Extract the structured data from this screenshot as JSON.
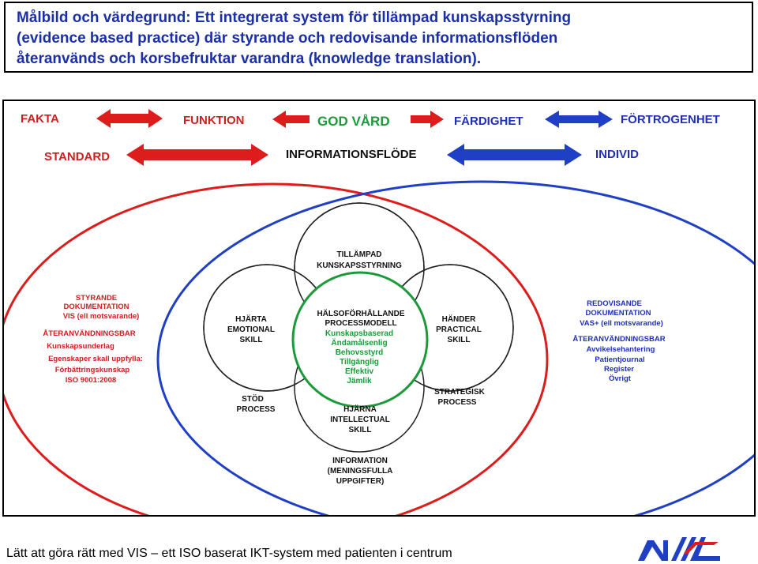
{
  "title": {
    "line1": "Målbild  och värdegrund: Ett integrerat system för tillämpad kunskapsstyrning",
    "line2": "(evidence based practice) där styrande och redovisande informationsflöden",
    "line3": "återanvänds och korsbefruktar varandra (knowledge translation)."
  },
  "arrow_labels": {
    "fakta": "FAKTA",
    "funktion": "FUNKTION",
    "god_vard": "GOD VÅRD",
    "fardighet": "FÄRDIGHET",
    "fortrogenhet": "FÖRTROGENHET",
    "standard": "STANDARD",
    "informationsflode": "INFORMATIONSFLÖDE",
    "individ": "INDIVID"
  },
  "left_text": {
    "lines": [
      "STYRANDE",
      "DOKUMENTATION",
      "VIS (ell motsvarande)",
      "ÅTERANVÄNDNINGSBAR",
      "Kunskapsunderlag",
      "Egenskaper skall uppfylla:",
      "Förbättringskunskap",
      "ISO 9001:2008"
    ]
  },
  "right_text": {
    "lines": [
      "REDOVISANDE",
      "DOKUMENTATION",
      "VAS+ (ell motsvarande)",
      "ÅTERANVÄNDNINGSBAR",
      "Avvikelsehantering",
      "Patientjournal",
      "Register",
      "Övrigt"
    ]
  },
  "petals": {
    "top": [
      "TILLÄMPAD",
      "KUNSKAPSSTYRNING"
    ],
    "left": [
      "HJÄRTA",
      "EMOTIONAL",
      "SKILL"
    ],
    "right": [
      "HÄNDER",
      "PRACTICAL",
      "SKILL"
    ],
    "bottom": [
      "HJÄRNA",
      "INTELLECTUAL",
      "SKILL"
    ]
  },
  "center": {
    "heading": [
      "HÄLSOFÖRHÅLLANDE",
      "PROCESSMODELL"
    ],
    "items": [
      "Kunskapsbaserad",
      "Ändamålsenlig",
      "Behovsstyrd",
      "Tillgänglig",
      "Effektiv",
      "Jämlik"
    ]
  },
  "corner_labels": {
    "stod": [
      "STÖD",
      "PROCESS"
    ],
    "strategisk": [
      "STRATEGISK",
      "PROCESS"
    ],
    "information": [
      "INFORMATION",
      "(MENINGSFULLA",
      "UPPGIFTER)"
    ]
  },
  "footer": "Lätt att göra rätt med VIS – ett  ISO baserat IKT-system med patienten i centrum",
  "colors": {
    "title": "#1a2fa8",
    "red": "#dd1c1c",
    "blue": "#1f3fc4",
    "green": "#1c9a3a",
    "label_red": "#cc1f1f",
    "label_blue": "#1f2fb8",
    "label_dark": "#111111"
  }
}
